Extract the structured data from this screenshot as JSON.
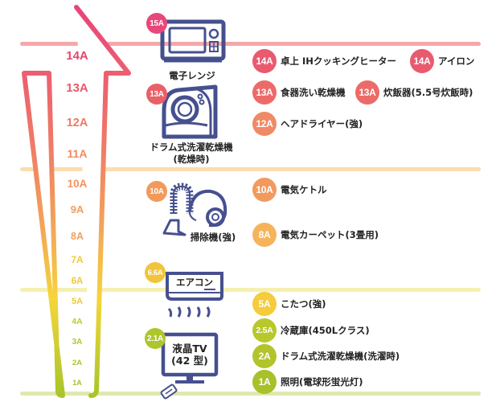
{
  "colors": {
    "line_14": "#f4a8a8",
    "line_10": "#fbdcb0",
    "line_5": "#f6f0b0",
    "line_1": "#dfe8b0",
    "icon": "#46508f",
    "arrow_top": "#e8447a",
    "arrow_mid": "#f39a5c",
    "arrow_low": "#f5d53a",
    "arrow_bottom": "#a8c52a"
  },
  "scale": [
    {
      "label": "14A",
      "color": "#e0476e"
    },
    {
      "label": "13A",
      "color": "#e6596c"
    },
    {
      "label": "12A",
      "color": "#ee7a66"
    },
    {
      "label": "11A",
      "color": "#f08a62"
    },
    {
      "label": "10A",
      "color": "#f19460"
    },
    {
      "label": "9A",
      "color": "#f29c5e"
    },
    {
      "label": "8A",
      "color": "#f3a05c"
    },
    {
      "label": "7A",
      "color": "#f3c83e"
    },
    {
      "label": "6A",
      "color": "#f2c83a"
    },
    {
      "label": "5A",
      "color": "#eecb36"
    },
    {
      "label": "4A",
      "color": "#bfc92c"
    },
    {
      "label": "3A",
      "color": "#b5c62a"
    },
    {
      "label": "2A",
      "color": "#b0c42a"
    },
    {
      "label": "1A",
      "color": "#a8c02a"
    }
  ],
  "appliances": [
    {
      "name": "電子レンジ",
      "amp": "15A",
      "color": "#e8477a",
      "icon": "microwave-icon"
    },
    {
      "name": "ドラム式洗濯乾燥機",
      "sub": "(乾燥時)",
      "amp": "13A",
      "color": "#ea6068",
      "icon": "drum-washer-icon"
    },
    {
      "name": "掃除機(強)",
      "amp": "10A",
      "color": "#f19a5c",
      "icon": "vacuum-cleaner-icon"
    },
    {
      "name": "エアコン",
      "amp": "6.6A",
      "color": "#f2c43a",
      "icon": "air-conditioner-icon"
    },
    {
      "name": "液晶TV",
      "sub": "(42 型)",
      "amp": "2.1A",
      "color": "#aec62c",
      "icon": "tv-icon"
    }
  ],
  "items": [
    {
      "amp": "14A",
      "label": "卓上 IHクッキングヒーター",
      "color": "#e95a6e"
    },
    {
      "amp": "14A",
      "label": "アイロン",
      "color": "#e95a6e"
    },
    {
      "amp": "13A",
      "label": "食器洗い乾燥機",
      "color": "#ec6b68"
    },
    {
      "amp": "13A",
      "label": "炊飯器(5.5号炊飯時)",
      "color": "#ec6b68"
    },
    {
      "amp": "12A",
      "label": "ヘアドライヤー(強)",
      "color": "#f08a66"
    },
    {
      "amp": "10A",
      "label": "電気ケトル",
      "color": "#f29a5e"
    },
    {
      "amp": "8A",
      "label": "電気カーペット(3畳用)",
      "color": "#f5b45c"
    },
    {
      "amp": "5A",
      "label": "こたつ(強)",
      "color": "#f4cc3c"
    },
    {
      "amp": "2.5A",
      "label": "冷蔵庫(450Lクラス)",
      "color": "#b8c82c"
    },
    {
      "amp": "2A",
      "label": "ドラム式洗濯乾燥機(洗濯時)",
      "color": "#b2c42a"
    },
    {
      "amp": "1A",
      "label": "照明(電球形蛍光灯)",
      "color": "#a8c02a"
    }
  ]
}
